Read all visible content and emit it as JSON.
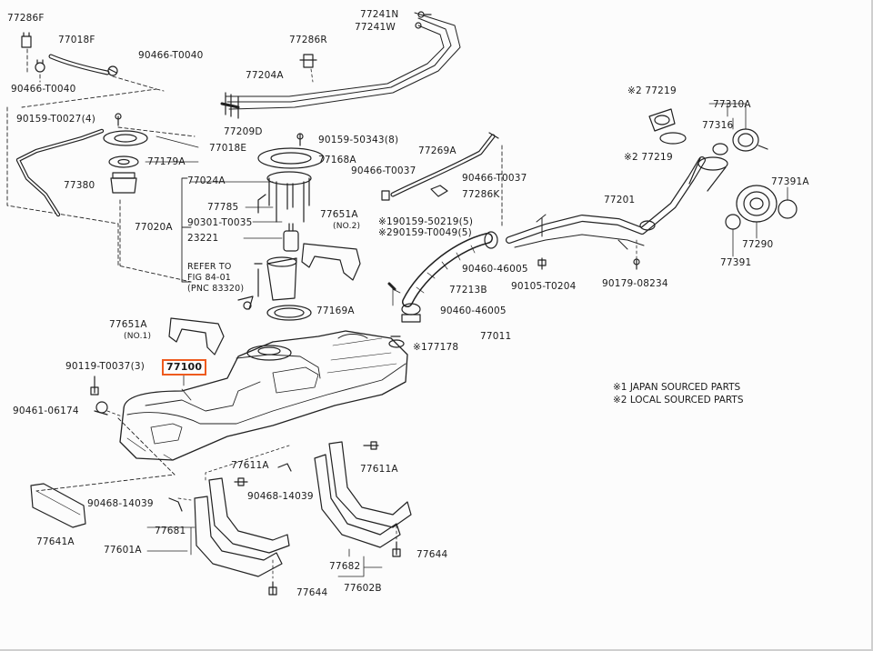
{
  "highlight": {
    "color": "#ee5a1e"
  },
  "labels": {
    "p77286F": "77286F",
    "p77018F": "77018F",
    "p90466T0040a": "90466-T0040",
    "p90466T0040b": "90466-T0040",
    "p90159T0027": "90159-T0027(4)",
    "p77018E": "77018E",
    "p77179A": "77179A",
    "p77380": "77380",
    "p77241N": "77241N",
    "p77241W": "77241W",
    "p77286R": "77286R",
    "p77204A": "77204A",
    "p77209D": "77209D",
    "p90159_50343": "90159-50343(8)",
    "p77168A": "77168A",
    "p77024A": "77024A",
    "p77785": "77785",
    "p77020A": "77020A",
    "p90301T0035": "90301-T0035",
    "p23221": "23221",
    "refer1": "REFER TO",
    "refer2": "FIG 84-01",
    "refer3": "(PNC 83320)",
    "p77651A": "77651A",
    "p77651A_no2": "(NO.2)",
    "p77169A": "77169A",
    "p77651A_b": "77651A",
    "p77651A_no1": "(NO.1)",
    "p77100": "77100",
    "p90119T0037": "90119-T0037(3)",
    "p90461_06174": "90461-06174",
    "p77269A": "77269A",
    "p90466T0037a": "90466-T0037",
    "p90466T0037b": "90466-T0037",
    "p77286K": "77286K",
    "p190159_50219": "※190159-50219(5)",
    "p290159_T0049": "※290159-T0049(5)",
    "p90460_46005a": "90460-46005",
    "p77213B": "77213B",
    "p90460_46005b": "90460-46005",
    "p177178": "※177178",
    "p77011": "77011",
    "p90105T0204": "90105-T0204",
    "p77201": "77201",
    "p90179_08234": "90179-08234",
    "p2_77219a": "※2 77219",
    "p2_77219b": "※2 77219",
    "p77310A": "77310A",
    "p77316": "77316",
    "p77391A": "77391A",
    "p77290": "77290",
    "p77391": "77391",
    "p77611A_a": "77611A",
    "p77611A_b": "77611A",
    "p90468_14039a": "90468-14039",
    "p90468_14039b": "90468-14039",
    "p77681": "77681",
    "p77641A": "77641A",
    "p77601A": "77601A",
    "p77644a": "77644",
    "p77644b": "77644",
    "p77682": "77682",
    "p77602B": "77602B"
  },
  "notes": {
    "n1": "※1 JAPAN SOURCED PARTS",
    "n2": "※2 LOCAL SOURCED PARTS"
  }
}
